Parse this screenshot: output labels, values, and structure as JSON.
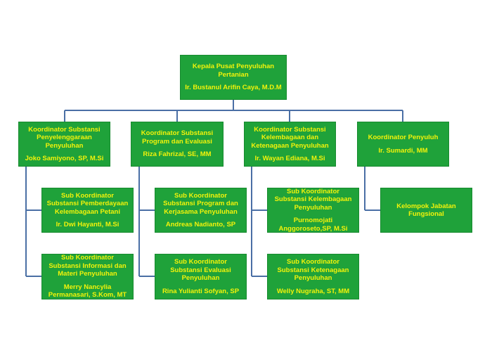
{
  "head": {
    "title": "Kepala Pusat Penyuluhan Pertanian",
    "name": "Ir. Bustanul Arifin Caya, M.D.M"
  },
  "coordinators": [
    {
      "title": "Koordinator Substansi Penyelenggaraan Penyuluhan",
      "name": "Joko  Samiyono, SP, M.Si"
    },
    {
      "title": "Koordinator Substansi Program dan Evaluasi",
      "name": "Riza Fahrizal, SE, MM"
    },
    {
      "title": "Koordinator Substansi Kelembagaan dan Ketenagaan Penyuluhan",
      "name": "Ir. Wayan Ediana, M.Si"
    },
    {
      "title": "Koordinator Penyuluh",
      "name": "Ir. Sumardi, MM"
    }
  ],
  "subs": [
    {
      "title": "Sub Koordinator Substansi Pemberdayaan Kelembagaan Petani",
      "name": "Ir. Dwi Hayanti, M.Si"
    },
    {
      "title": "Sub Koordinator Substansi Informasi dan Materi Penyuluhan",
      "name": "Merry Nancylia Permanasari, S.Kom, MT"
    },
    {
      "title": "Sub Koordinator Substansi Program dan Kerjasama Penyuluhan",
      "name": "Andreas Nadianto, SP"
    },
    {
      "title": "Sub Koordinator Substansi Evaluasi Penyuluhan",
      "name": "Rina Yulianti Sofyan, SP"
    },
    {
      "title": "Sub Koordinator Substansi Kelembagaan Penyuluhan",
      "name": "Purnomojati Anggoroseto,SP, M.Si"
    },
    {
      "title": "Sub Koordinator Substansi Ketenagaan Penyuluhan",
      "name": "Welly Nugraha, ST, MM"
    },
    {
      "title": "Kelompok Jabatan Fungsional",
      "name": ""
    }
  ],
  "colors": {
    "box_fill": "#1fa23a",
    "box_text": "#f3f30a",
    "connector": "#4a6fa5"
  }
}
